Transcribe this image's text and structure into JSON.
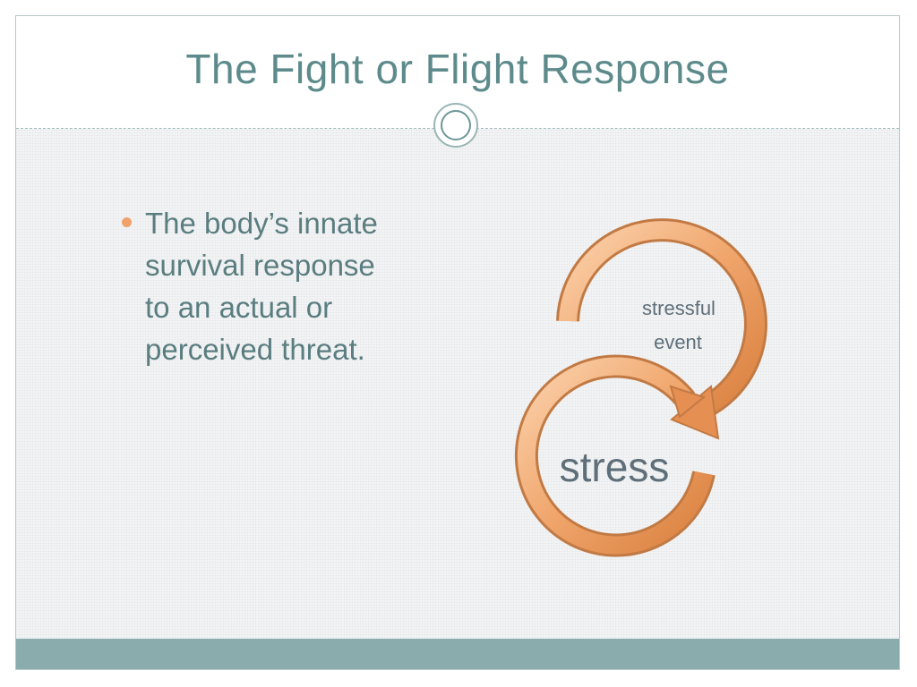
{
  "slide": {
    "title": "The Fight or Flight Response",
    "bullets": [
      "The body’s innate survival response to an actual or perceived threat."
    ]
  },
  "diagram": {
    "outer_label_line1": "stressful",
    "outer_label_line2": "event",
    "inner_label": "stress",
    "arrow_color": "#f0a96f",
    "label_color": "#5e6f7a"
  },
  "theme": {
    "title_color": "#5d8a8b",
    "text_color": "#5a7d80",
    "bullet_color": "#f0a26d",
    "footer_color": "#8aacad"
  }
}
